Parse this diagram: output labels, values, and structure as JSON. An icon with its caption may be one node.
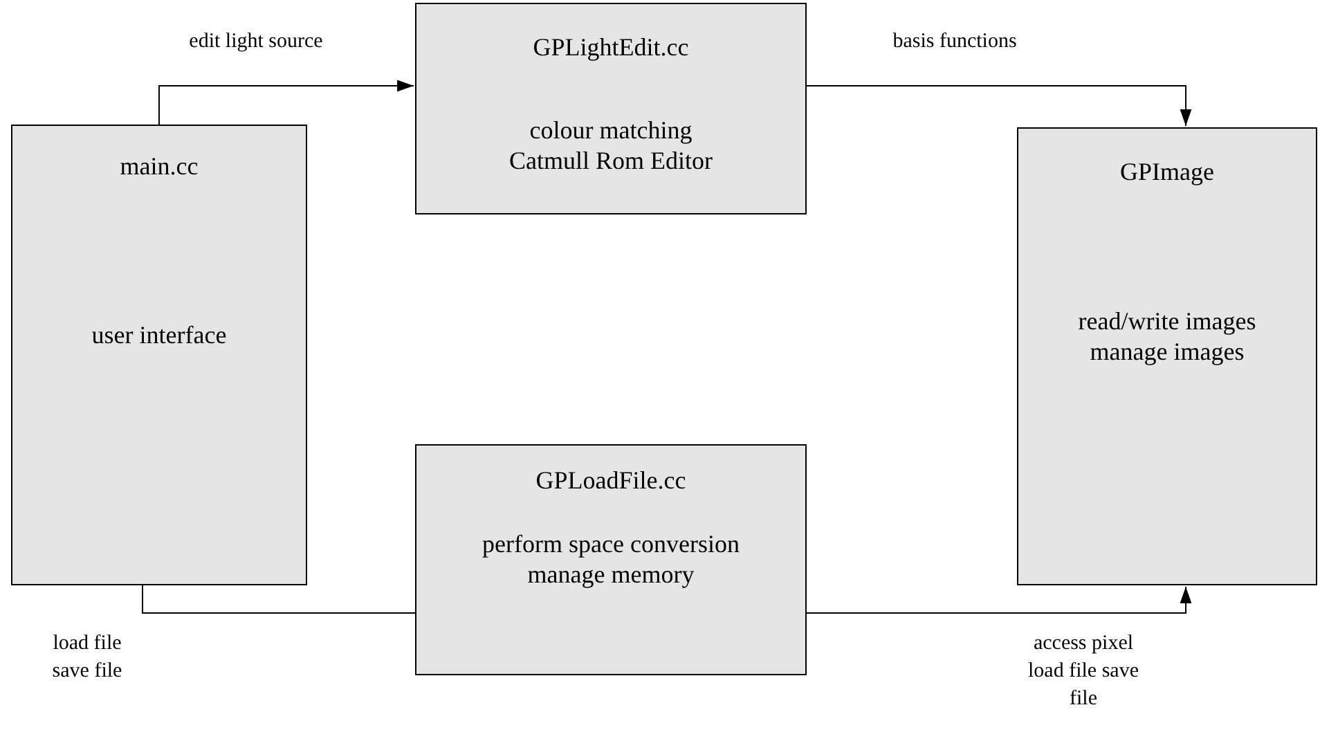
{
  "diagram": {
    "nodes": [
      {
        "text": [
          "main.cc",
          "user interface"
        ]
      },
      {
        "text": [
          "GPLightEdit.cc",
          "colour matching Catmull Rom Editor"
        ]
      },
      {
        "text": [
          "GPImage",
          "read/write images manage images"
        ]
      },
      {
        "text": [
          "GPLoadFile.cc",
          "perform space conversion manage memory"
        ]
      }
    ],
    "edges": [
      {
        "from": 0,
        "to": 1,
        "arrow": "to",
        "label": "edit light source"
      },
      {
        "from": 1,
        "to": 2,
        "arrow": "to",
        "label": "basis functions"
      },
      {
        "from": 0,
        "to": 3,
        "arrow": "none",
        "label": "load file save file"
      },
      {
        "from": 3,
        "to": 2,
        "arrow": "to",
        "label": "access pixel load file save file"
      }
    ]
  }
}
